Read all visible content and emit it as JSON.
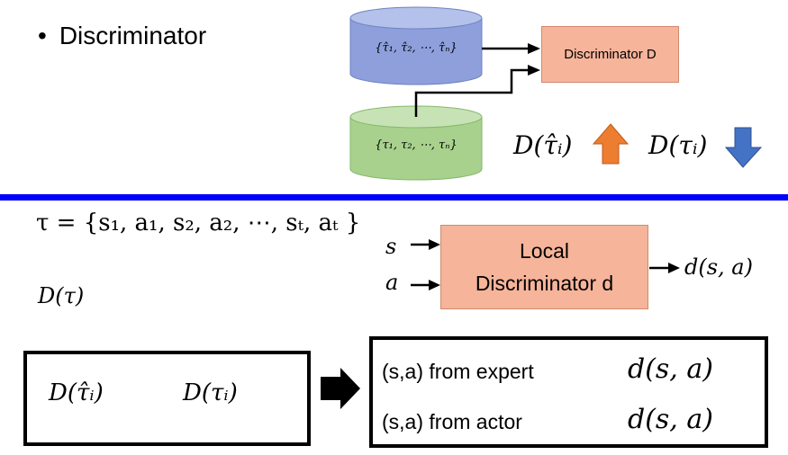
{
  "title": "Discriminator",
  "top": {
    "cyl_generated": "{τ̂₁, τ̂₂, ⋯, τ̂ₙ}",
    "cyl_expert": "{τ₁, τ₂, ⋯, τₙ}",
    "disc_label": "Discriminator D",
    "up_expr": "D(τ̂ᵢ)",
    "down_expr": "D(τᵢ)"
  },
  "bottom": {
    "tau_def": "τ = {s₁, a₁, s₂, a₂, ⋯, sₜ, aₜ }",
    "d_tau": "D(τ)",
    "input_s": "s",
    "input_a": "a",
    "local_line1": "Local",
    "local_line2": "Discriminator d",
    "output": "d(s, a)",
    "left_up": "D(τ̂ᵢ)",
    "left_down": "D(τᵢ)",
    "row1_label": "(s,a) from expert",
    "row1_expr": "d(s, a)",
    "row2_label": "(s,a) from actor",
    "row2_expr": "d(s, a)"
  },
  "colors": {
    "cyl_blue": "#8e9fdc",
    "cyl_green": "#a8d18d",
    "box_orange": "#f6b49a",
    "arrow_up": "#ed7d31",
    "arrow_down": "#4472c4",
    "divider": "#0000ff"
  },
  "icons": [
    "arrow-up-orange-icon",
    "arrow-down-blue-icon",
    "arrow-right-icon"
  ]
}
